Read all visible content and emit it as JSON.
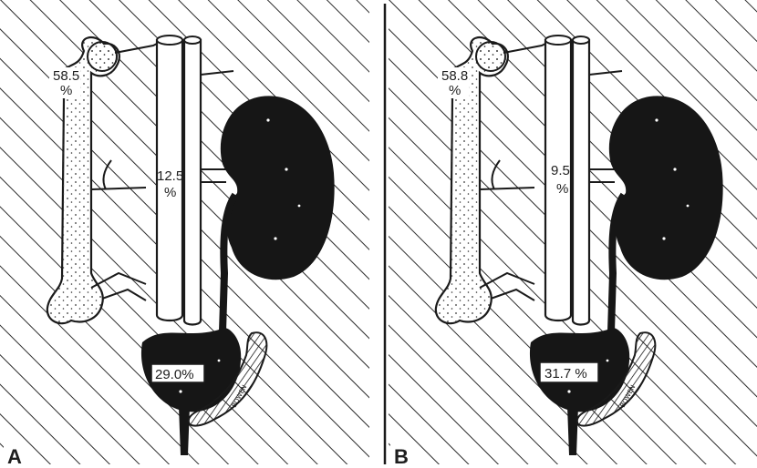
{
  "figure": {
    "panels": [
      {
        "letter": "A",
        "bone_value": "58.5",
        "bone_unit": "%",
        "blood_value": "12.5",
        "blood_unit": "%",
        "bladder_label": "29.0%",
        "signature": "BOWEN"
      },
      {
        "letter": "B",
        "bone_value": "58.8",
        "bone_unit": "%",
        "blood_value": "9.5",
        "blood_unit": "%",
        "bladder_label": "31.7 %",
        "signature": "BOWEN"
      }
    ],
    "colors": {
      "ink": "#1a1a1a",
      "paper": "#ffffff",
      "organ_fill": "#161616"
    }
  }
}
